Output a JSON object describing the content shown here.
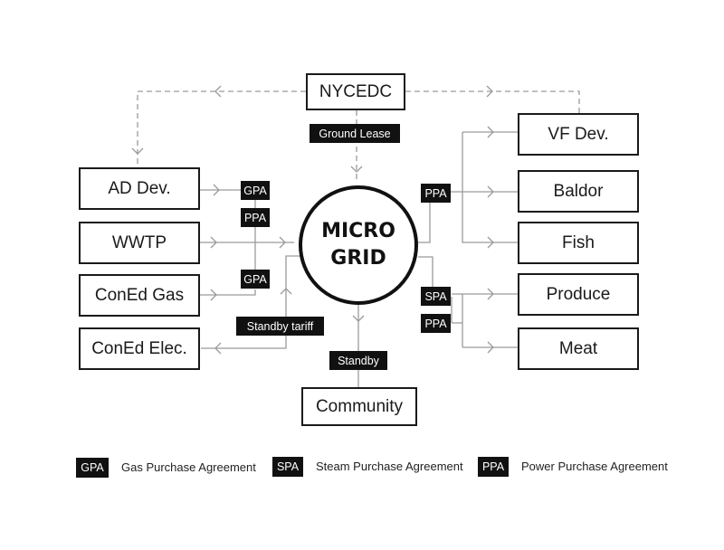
{
  "hub": {
    "line1": "MICRO",
    "line2": "GRID"
  },
  "nodes": {
    "nycedc": "NYCEDC",
    "ad_dev": "AD Dev.",
    "wwtp": "WWTP",
    "coned_gas": "ConEd Gas",
    "coned_elec": "ConEd Elec.",
    "community": "Community",
    "vf_dev": "VF Dev.",
    "baldor": "Baldor",
    "fish": "Fish",
    "produce": "Produce",
    "meat": "Meat"
  },
  "tags": {
    "ground_lease": "Ground Lease",
    "gpa_ad": "GPA",
    "ppa_wwtp": "PPA",
    "gpa_coned": "GPA",
    "standby_tariff": "Standby tariff",
    "standby": "Standby",
    "ppa_right_top": "PPA",
    "spa_right": "SPA",
    "ppa_right_bottom": "PPA"
  },
  "legend": [
    {
      "abbr": "GPA",
      "label": "Gas Purchase Agreement"
    },
    {
      "abbr": "SPA",
      "label": "Steam Purchase Agreement"
    },
    {
      "abbr": "PPA",
      "label": "Power Purchase Agreement"
    }
  ]
}
